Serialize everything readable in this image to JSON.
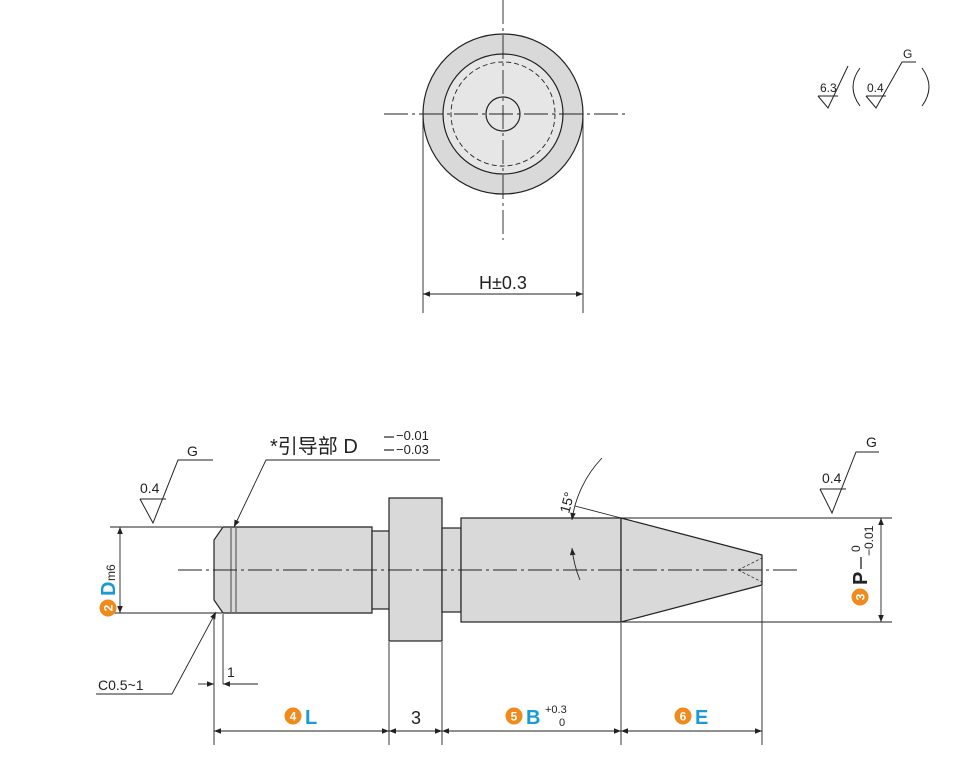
{
  "colors": {
    "line": "#222222",
    "part_fill": "#d9d9d9",
    "part_fill_light": "#e6e6e6",
    "badge": "#f08a1c",
    "param_text": "#1a9ad6"
  },
  "end_view": {
    "dimension": "H±0.3"
  },
  "roughness_legend": {
    "value_a": "6.3",
    "value_b": "0.4",
    "grade": "G"
  },
  "side_view": {
    "guide_note": "*引导部 D",
    "guide_tol_upper": "−0.01",
    "guide_tol_lower": "−0.03",
    "left_roughness_value": "0.4",
    "left_roughness_grade": "G",
    "right_roughness_value": "0.4",
    "right_roughness_grade": "G",
    "angle": "15°",
    "chamfer": "C0.5~1",
    "dim_one": "1",
    "dim_three": "3",
    "params": {
      "d": {
        "badge": "2",
        "letter": "D",
        "suffix": "m6"
      },
      "p": {
        "badge": "3",
        "letter": "P",
        "tol_upper": "0",
        "tol_lower": "−0.01"
      },
      "l": {
        "badge": "4",
        "letter": "L"
      },
      "b": {
        "badge": "5",
        "letter": "B",
        "tol_upper": "+0.3",
        "tol_lower": "0"
      },
      "e": {
        "badge": "6",
        "letter": "E"
      }
    }
  }
}
